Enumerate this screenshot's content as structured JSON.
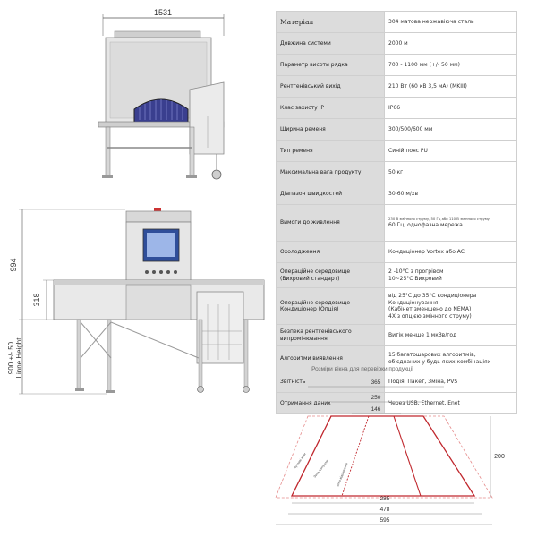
{
  "drawing": {
    "width_label": "1531",
    "height_label": "994",
    "conveyor_label": "318",
    "line_height_value": "900 +/- 50",
    "line_height_caption": "Linne Height"
  },
  "specs": [
    {
      "key": "Матеріал",
      "value": [
        "304 матова нержавіюча сталь"
      ]
    },
    {
      "key": "Довжина системи",
      "value": [
        "2000 м"
      ]
    },
    {
      "key": "Параметр висоти рядка",
      "value": [
        "700 - 1100 мм (+/- 50 мм)"
      ]
    },
    {
      "key": "Рентгенівський вихід",
      "value": [
        "210 Вт (60 кВ 3,5 мА) (MKIII)"
      ]
    },
    {
      "key": "Клас захисту IP",
      "value": [
        "IP66"
      ]
    },
    {
      "key": "Ширина ременя",
      "value": [
        "300/500/600 мм"
      ]
    },
    {
      "key": "Тип ременя",
      "value": [
        "Синій пояс PU"
      ]
    },
    {
      "key": "Максимальна вага продукту",
      "value": [
        "50 кг"
      ]
    },
    {
      "key": "Діапазон швидкостей",
      "value": [
        "30-60 м/хв"
      ]
    },
    {
      "key": "Вимоги до живлення",
      "value": [
        "230 В змінного струму, 50 Гц або 110 В змінного струму",
        "60 Гц, однофазна мережа"
      ]
    },
    {
      "key": "Охолодження",
      "value": [
        "Кондиціонер Vortex або AC"
      ]
    },
    {
      "key": "Операційне середовище (Вихровий стандарт)",
      "value": [
        "2 -10°C з прогрівом",
        "10~25°C Вихровий"
      ]
    },
    {
      "key": "Операційне середовище Кондиціонер (Опція)",
      "value": [
        "від 25°C до 35°C кондиціонера",
        "Кондиціонування",
        "(Кабінет зменшено до NEMA)",
        "4X з опцією змінного струму)"
      ]
    },
    {
      "key": "Безпека рентгенівського випромінювання",
      "value": [
        "Витік менше 1 мкЗв/год"
      ]
    },
    {
      "key": "Алгоритми виявлення",
      "value": [
        "15 багатошарових алгоритмів,",
        "об'єднаних у будь-яких комбінаціях"
      ]
    },
    {
      "key": "Звітність",
      "value": [
        "Подія, Пакет, Зміна, PVS"
      ]
    },
    {
      "key": "Отримання даних",
      "value": [
        "Через USB, Ethernet, Enet"
      ]
    }
  ],
  "window_diagram": {
    "title": "Розміри вікна для перевірки продукції",
    "top_outer": "365",
    "top_mid": "250",
    "top_inner": "146",
    "height": "200",
    "bottom_inner": "285",
    "bottom_mid": "478",
    "bottom_outer": "595",
    "slant_labels": [
      "Чутливі зони",
      "Зона контролю",
      "Зона відсіювання"
    ]
  }
}
